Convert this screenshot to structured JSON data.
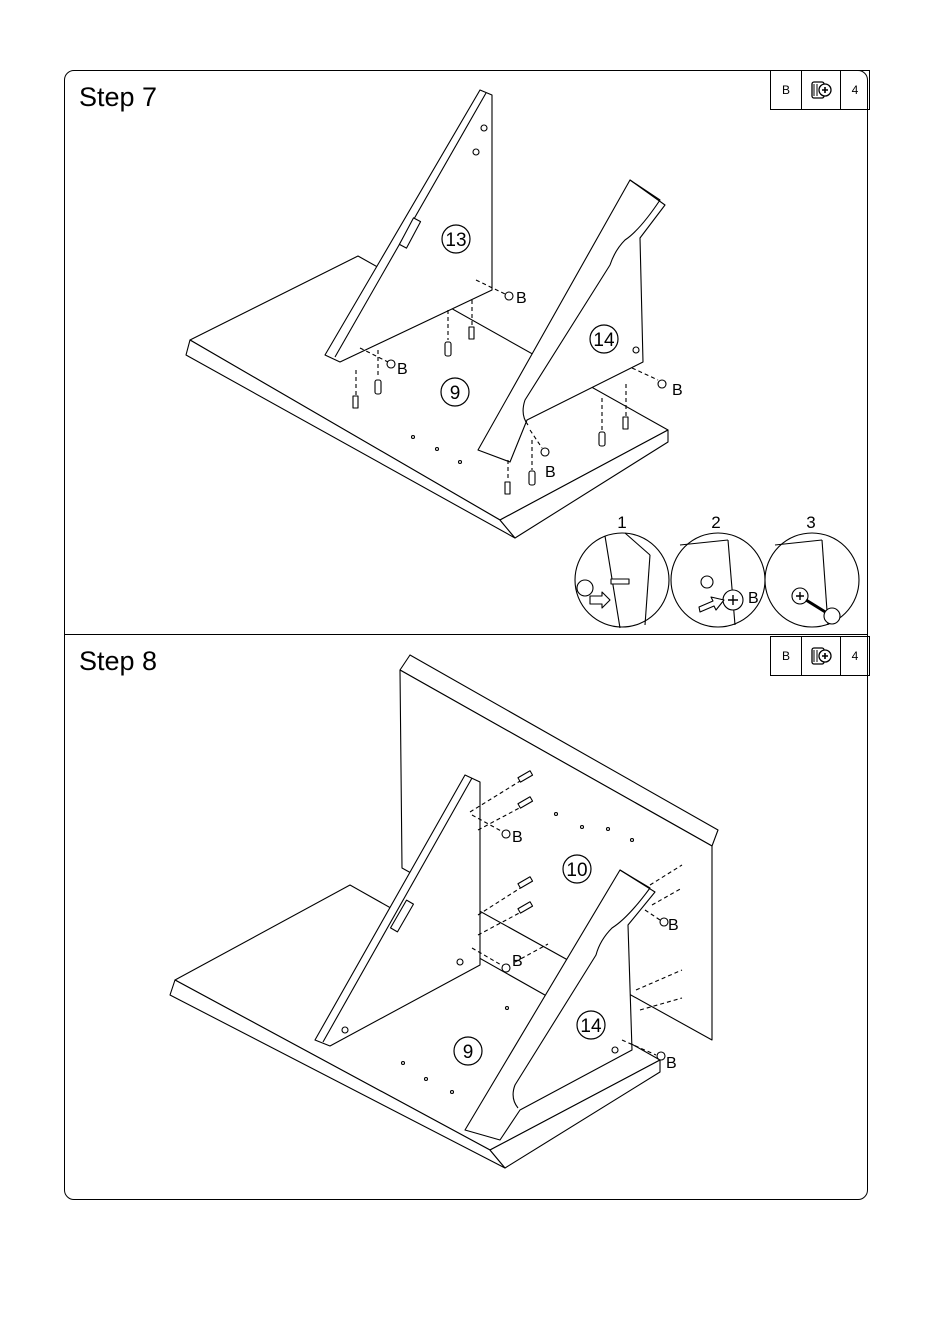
{
  "steps": [
    {
      "title": "Step 7",
      "hardware": {
        "letter": "B",
        "icon": "screwdriver-icon",
        "qty": "4"
      },
      "parts": {
        "side_left": "13",
        "side_right": "14",
        "bottom": "9"
      },
      "fastener_label": "B",
      "detail_steps": [
        "1",
        "2",
        "3"
      ],
      "detail_label": "B"
    },
    {
      "title": "Step 8",
      "hardware": {
        "letter": "B",
        "icon": "screwdriver-icon",
        "qty": "4"
      },
      "parts": {
        "back": "10",
        "side_right": "14",
        "bottom": "9"
      },
      "fastener_label": "B"
    }
  ]
}
